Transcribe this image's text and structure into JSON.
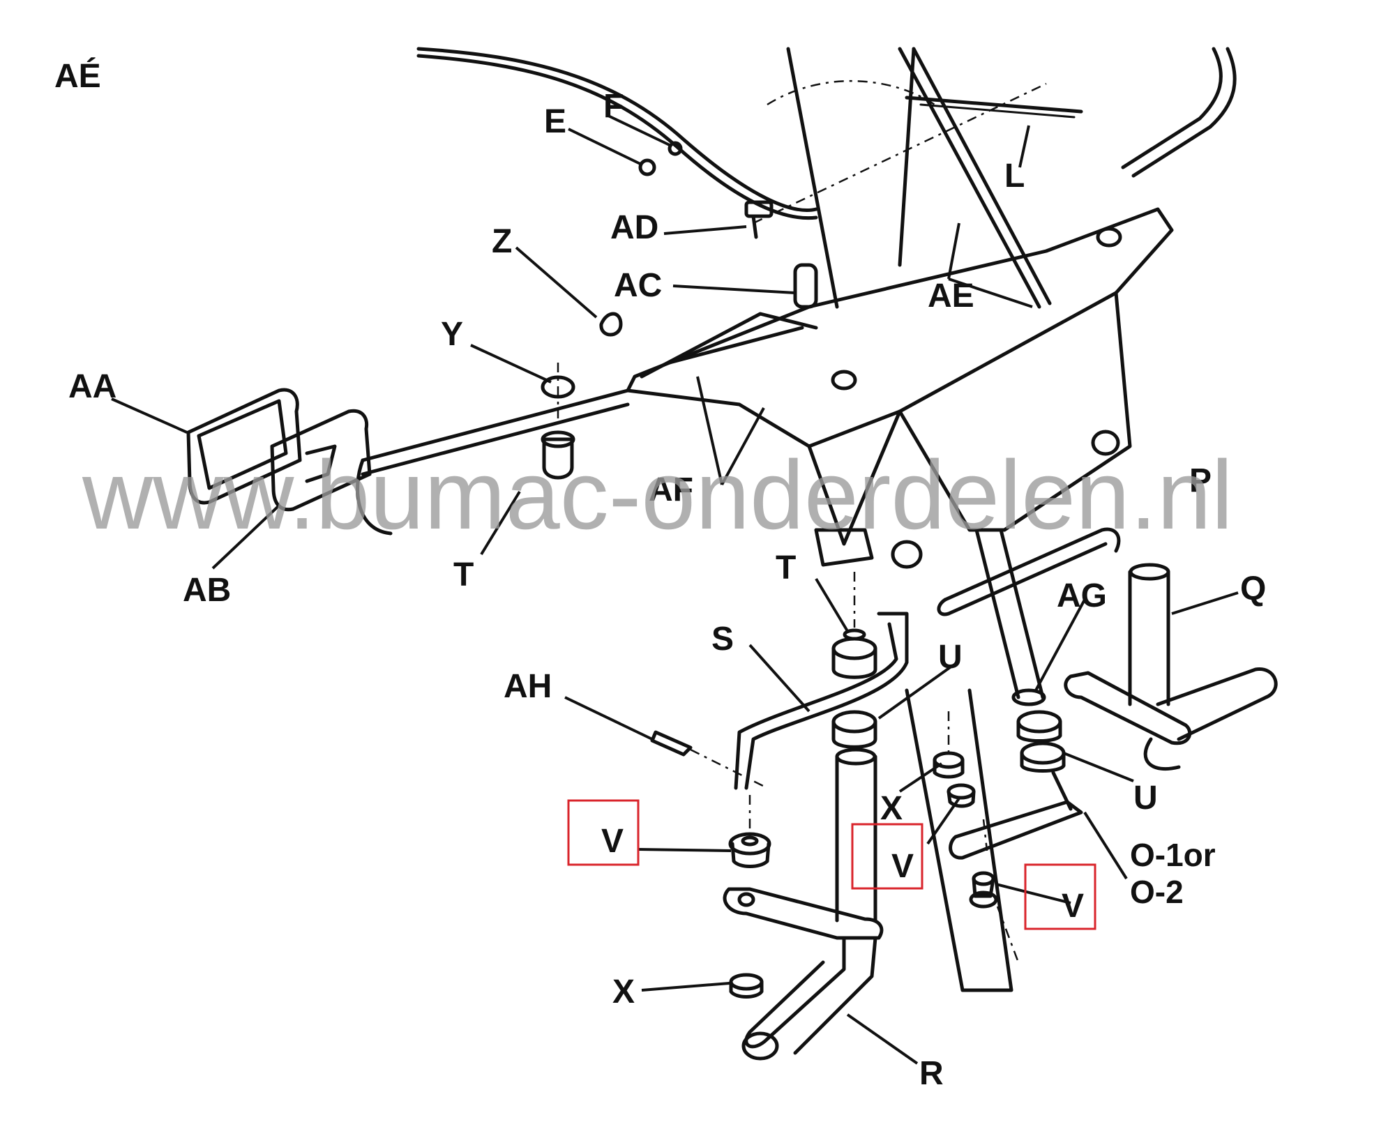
{
  "header_label": "AÉ",
  "watermark": "www.bumac-onderdelen.nl",
  "labels": {
    "E": "E",
    "F": "F",
    "L": "L",
    "AD": "AD",
    "Z": "Z",
    "AC": "AC",
    "AE": "AE",
    "Y": "Y",
    "AA": "AA",
    "AF": "AF",
    "P": "P",
    "AB": "AB",
    "T1": "T",
    "T2": "T",
    "AG": "AG",
    "Q": "Q",
    "S": "S",
    "U1": "U",
    "AH": "AH",
    "U2": "U",
    "X1": "X",
    "V1": "V",
    "V2": "V",
    "V3": "V",
    "O1": "O-1or",
    "O2": "O-2",
    "X2": "X",
    "R": "R"
  },
  "highlight_color": "#d9242b"
}
